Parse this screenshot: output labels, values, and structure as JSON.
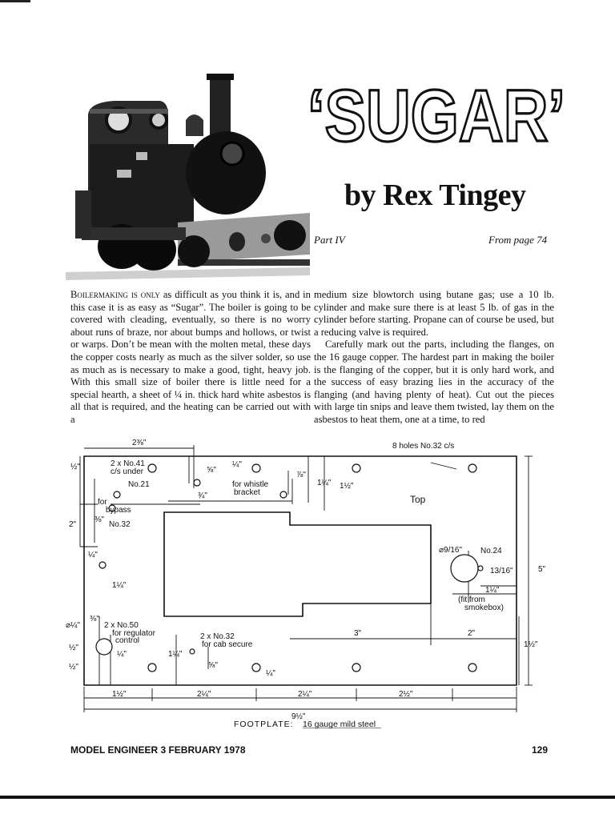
{
  "article": {
    "title": "‘SUGAR’",
    "byline": "by Rex Tingey",
    "part": "Part IV",
    "from_page": "From page 74"
  },
  "body": {
    "col1_lead": "Boilermaking is only",
    "col1_text": " as difficult as you think it is, and in this case it is as easy as “Sugar”. The boiler is going to be covered with cleading, eventually, so there is no worry about runs of braze, nor about bumps and hollows, or twist or warps. Don’t be mean with the molten metal, these days the copper costs nearly as much as the silver solder, so use as much as is necessary to make a good, tight, heavy job. With this small size of boiler there is little need for a special hearth, a sheet of ¼ in. thick hard white asbestos is all that is required, and the heating can be carried out with a",
    "col2_p1": "medium size blowtorch using butane gas; use a 10 lb. cylinder and make sure there is at least 5 lb. of gas in the cylinder before starting. Propane can of course be used, but a reducing valve is required.",
    "col2_p2": "Carefully mark out the parts, including the flanges, on the 16 gauge copper. The hardest part in making the boiler is the flanging of the copper, but it is only hard work, and the success of easy brazing lies in the accuracy of the flanging (and having plenty of heat). Cut out the pieces with large tin snips and leave them twisted, lay them on the asbestos to heat them, one at a time, to red"
  },
  "drawing": {
    "caption_label": "FOOTPLATE:",
    "caption_material": "16 gauge mild steel",
    "labels": {
      "holes8": "8 holes No.32 c/s",
      "no41": "2 x No.41",
      "csunder": "c/s under",
      "no21": "No.21",
      "for_bypass1": "for",
      "for_bypass2": "bypass",
      "no32": "No.32",
      "whistle1": "for whistle",
      "whistle2": "bracket",
      "top": "Top",
      "no24": "No.24",
      "fit1": "(fit from",
      "fit2": "smokebox)",
      "no50": "2 x No.50",
      "reg1": "for regulator",
      "reg2": "control",
      "cab1": "2 x No.32",
      "cab2": "for cab secure"
    },
    "dims": {
      "d2_3_8": "2⅜\"",
      "d1_2a": "½\"",
      "d5_8a": "⅝\"",
      "d3_4": "¾\"",
      "d1_4a": "¼\"",
      "d7_8": "⅞\"",
      "d1_1_4a": "1¼\"",
      "d1_1_2a": "1½\"",
      "d3_8a": "⅜\"",
      "d2": "2\"",
      "d1_4b": "¼\"",
      "d1_1_4b": "1¼\"",
      "d9_16": "⌀9/16\"",
      "d13_16": "13/16\"",
      "d1_1_4c": "1¼\"",
      "d5": "5\"",
      "d1_4dia": "⌀¼\"",
      "d3_8b": "⅜\"",
      "d1_2b": "½\"",
      "d1_4d": "¼\"",
      "d1_2c": "½\"",
      "d1_1_4d": "1¼\"",
      "d5_8b": "⅝\"",
      "d1_4e": "¼\"",
      "d3": "3\"",
      "d2b": "2\"",
      "d1_1_2b": "1½\"",
      "b1_1_2": "1½\"",
      "b2_1_4a": "2¼\"",
      "b2_1_4b": "2¼\"",
      "b2_1_2": "2½\"",
      "b9_1_2": "9½\""
    }
  },
  "footer": {
    "magazine": "MODEL ENGINEER 3 FEBRUARY 1978",
    "page": "129"
  }
}
